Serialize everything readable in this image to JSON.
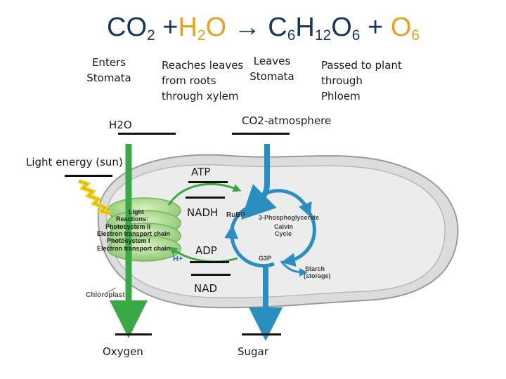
{
  "equation": {
    "co": "CO",
    "co_sub": "2",
    "plus1": "+",
    "h": "H",
    "h_sub": "2",
    "o": "O",
    "c6": "C",
    "c6_sub": "6",
    "h12": "H",
    "h12_sub": "12",
    "o6": "O",
    "o6_sub": "6",
    "plus2": "+",
    "o_out": "O",
    "o_out_sub": "6"
  },
  "labels": {
    "enters_stomata_1": "Enters",
    "enters_stomata_2": "Stomata",
    "reaches_leaves_1": "Reaches leaves",
    "reaches_leaves_2": "from roots",
    "reaches_leaves_3": "through xylem",
    "leaves_stomata_1": "Leaves",
    "leaves_stomata_2": "Stomata",
    "passed_1": "Passed to plant",
    "passed_2": "through",
    "passed_3": "Phloem",
    "h2o": "H2O",
    "co2_atmosphere": "CO2-atmosphere",
    "light_energy": "Light energy (sun)",
    "atp": "ATP",
    "nadh": "NADH",
    "adp": "ADP",
    "nad": "NAD",
    "oxygen": "Oxygen",
    "sugar": "Sugar"
  },
  "diagram": {
    "light_reactions": [
      "Light",
      "Reactions:",
      "Photosystem II",
      "Electron transport chain",
      "Photosystem I",
      "Electron transport chain"
    ],
    "h_plus": "H+",
    "rubp": "RuBP",
    "phosphoglycerate": "3-Phosphoglycerate",
    "calvin_1": "Calvin",
    "calvin_2": "Cycle",
    "g3p": "G3P",
    "starch_1": "Starch",
    "starch_2": "(storage)",
    "chloroplast": "Chloroplast"
  },
  "colors": {
    "green_arrow": "#3aa845",
    "blue_arrow": "#2a8fc0",
    "chloroplast_fill": "#e6e6e6",
    "thylakoid": "#a8d88a",
    "equation_dark": "#17365d",
    "equation_accent": "#e8a020"
  }
}
